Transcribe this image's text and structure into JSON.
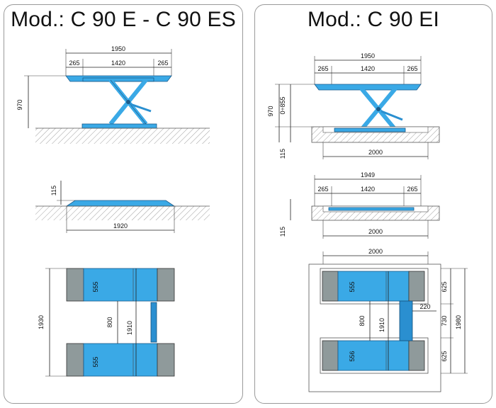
{
  "left": {
    "title": "Mod.: C 90 E - C 90 ES",
    "side_view": {
      "overall": "1950",
      "left_ext": "265",
      "center": "1420",
      "right_ext": "265",
      "height": "970"
    },
    "lowered_view": {
      "height": "115",
      "length": "1920"
    },
    "top_view": {
      "total_width": "1930",
      "platform_width_top": "555",
      "platform_width_bottom": "555",
      "gap": "800",
      "inner": "1910"
    }
  },
  "right": {
    "title": "Mod.: C 90 EI",
    "side_view": {
      "overall": "1950",
      "left_ext": "265",
      "center": "1420",
      "right_ext": "265",
      "height": "970",
      "height2": "0÷855",
      "pit_depth": "115",
      "pit_length": "2000"
    },
    "lowered_view": {
      "overall": "1949",
      "left_ext": "265",
      "center": "1420",
      "right_ext": "265",
      "pit_depth": "115",
      "pit_length": "2000"
    },
    "top_view": {
      "top_width": "2000",
      "platform_width_top": "555",
      "platform_width_bottom": "556",
      "gap": "800",
      "inner": "1910",
      "channel": "220",
      "side_top": "625",
      "side_mid": "730",
      "side_bottom": "625",
      "total": "1980"
    }
  },
  "colors": {
    "lift_blue": "#3aa9e6",
    "pad_grey": "#8f9a9b",
    "frame": "#9a9a9a"
  }
}
